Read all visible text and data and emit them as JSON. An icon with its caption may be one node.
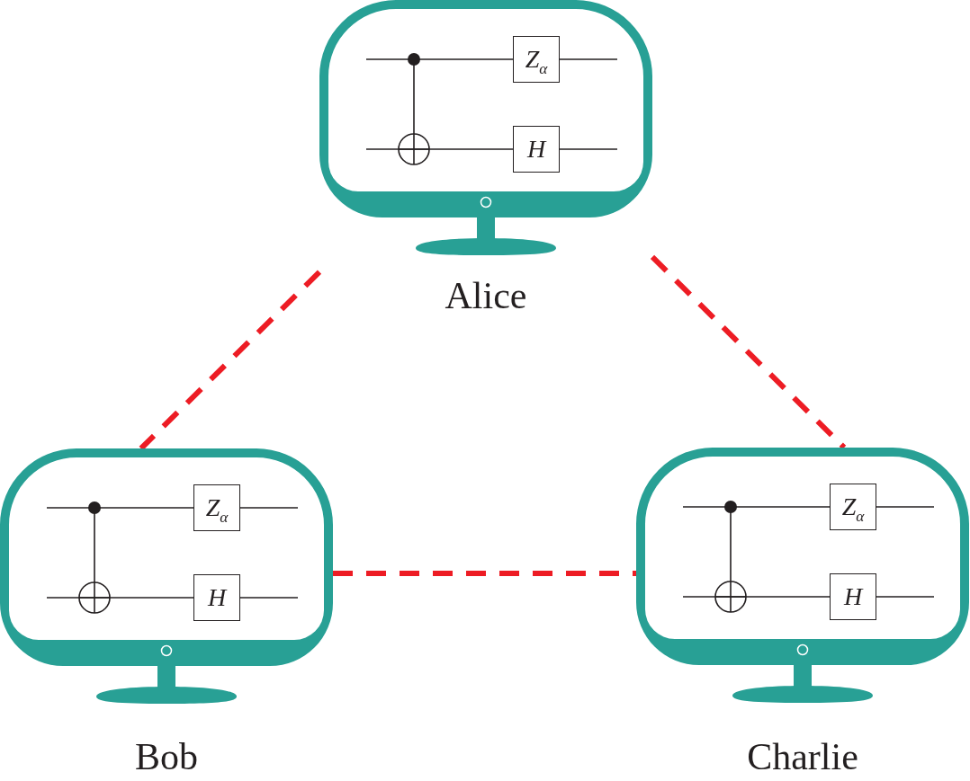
{
  "diagram": {
    "nodes": [
      {
        "text": [
          "Alice"
        ]
      },
      {
        "text": [
          "Z$_{α}$"
        ],
        "in": 0
      },
      {
        "text": [
          "H"
        ],
        "in": 0
      },
      {
        "text": [
          "Bob"
        ]
      },
      {
        "text": [
          "Z$_{α}$"
        ],
        "in": 3
      },
      {
        "text": [
          "H"
        ],
        "in": 3
      },
      {
        "text": [
          "Charlie"
        ]
      },
      {
        "text": [
          "Z$_{α}$"
        ],
        "in": 6
      },
      {
        "text": [
          "H"
        ],
        "in": 6
      }
    ],
    "edges": [
      {
        "from": 0,
        "to": 3,
        "arrow": "none",
        "style": "dashed",
        "color": "#ed1c24"
      },
      {
        "from": 0,
        "to": 6,
        "arrow": "none",
        "style": "dashed",
        "color": "#ed1c24"
      },
      {
        "from": 3,
        "to": 6,
        "arrow": "none",
        "style": "dashed",
        "color": "#ed1c24"
      }
    ]
  }
}
